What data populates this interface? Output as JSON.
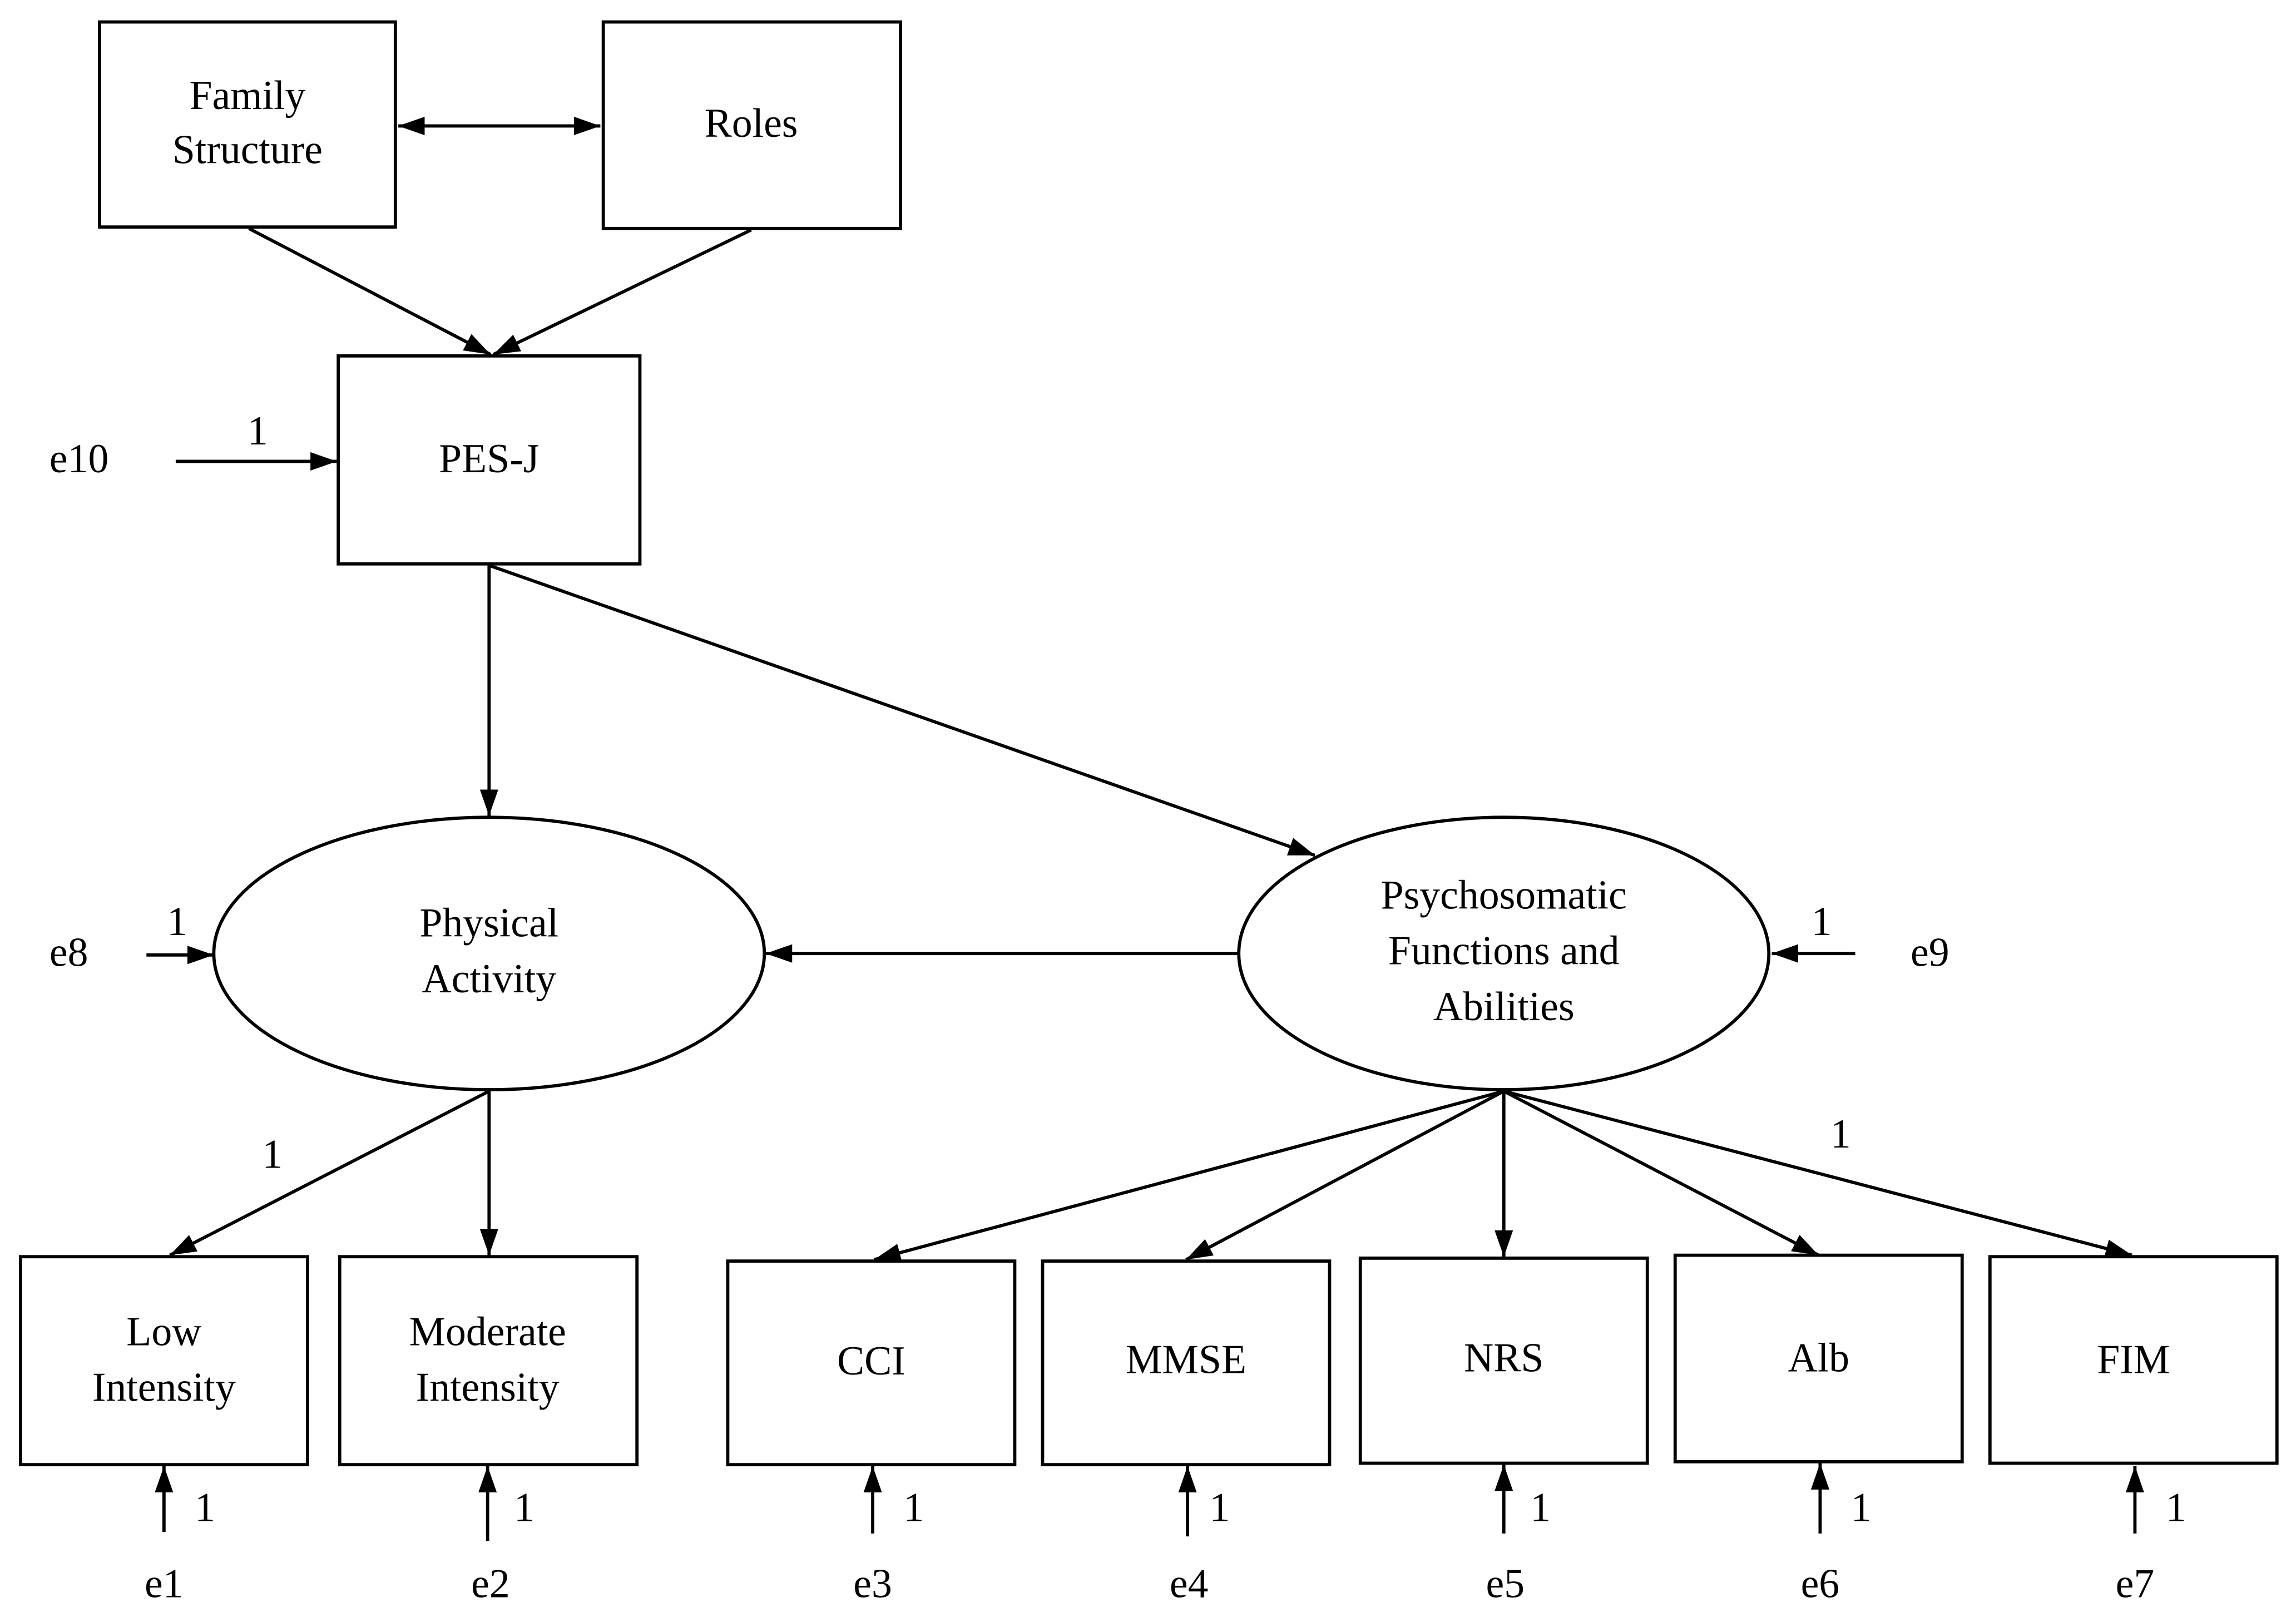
{
  "nodes": {
    "family_structure": {
      "lines": [
        "Family",
        "Structure"
      ],
      "shape": "rect"
    },
    "roles": {
      "lines": [
        "Roles"
      ],
      "shape": "rect"
    },
    "pes_j": {
      "lines": [
        "PES-J"
      ],
      "shape": "rect"
    },
    "physical_activity": {
      "lines": [
        "Physical",
        "Activity"
      ],
      "shape": "ellipse"
    },
    "psychosomatic": {
      "lines": [
        "Psychosomatic",
        "Functions and",
        "Abilities"
      ],
      "shape": "ellipse"
    },
    "low_intensity": {
      "lines": [
        "Low",
        "Intensity"
      ],
      "shape": "rect"
    },
    "moderate_intensity": {
      "lines": [
        "Moderate",
        "Intensity"
      ],
      "shape": "rect"
    },
    "cci": {
      "lines": [
        "CCI"
      ],
      "shape": "rect"
    },
    "mmse": {
      "lines": [
        "MMSE"
      ],
      "shape": "rect"
    },
    "nrs": {
      "lines": [
        "NRS"
      ],
      "shape": "rect"
    },
    "alb": {
      "lines": [
        "Alb"
      ],
      "shape": "rect"
    },
    "fim": {
      "lines": [
        "FIM"
      ],
      "shape": "rect"
    }
  },
  "errors": {
    "e1": "e1",
    "e2": "e2",
    "e3": "e3",
    "e4": "e4",
    "e5": "e5",
    "e6": "e6",
    "e7": "e7",
    "e8": "e8",
    "e9": "e9",
    "e10": "e10"
  },
  "edges": [
    {
      "from": "family_structure",
      "to": "roles",
      "type": "covariance"
    },
    {
      "from": "family_structure",
      "to": "pes_j",
      "type": "path"
    },
    {
      "from": "roles",
      "to": "pes_j",
      "type": "path"
    },
    {
      "from": "pes_j",
      "to": "physical_activity",
      "type": "path"
    },
    {
      "from": "pes_j",
      "to": "psychosomatic",
      "type": "path"
    },
    {
      "from": "psychosomatic",
      "to": "physical_activity",
      "type": "path"
    },
    {
      "from": "physical_activity",
      "to": "low_intensity",
      "type": "loading",
      "weight": "1"
    },
    {
      "from": "physical_activity",
      "to": "moderate_intensity",
      "type": "loading"
    },
    {
      "from": "psychosomatic",
      "to": "cci",
      "type": "loading"
    },
    {
      "from": "psychosomatic",
      "to": "mmse",
      "type": "loading"
    },
    {
      "from": "psychosomatic",
      "to": "nrs",
      "type": "loading"
    },
    {
      "from": "psychosomatic",
      "to": "alb",
      "type": "loading"
    },
    {
      "from": "psychosomatic",
      "to": "fim",
      "type": "loading",
      "weight": "1"
    },
    {
      "from": "e10",
      "to": "pes_j",
      "type": "error",
      "weight": "1"
    },
    {
      "from": "e8",
      "to": "physical_activity",
      "type": "error",
      "weight": "1"
    },
    {
      "from": "e9",
      "to": "psychosomatic",
      "type": "error",
      "weight": "1"
    },
    {
      "from": "e1",
      "to": "low_intensity",
      "type": "error",
      "weight": "1"
    },
    {
      "from": "e2",
      "to": "moderate_intensity",
      "type": "error",
      "weight": "1"
    },
    {
      "from": "e3",
      "to": "cci",
      "type": "error",
      "weight": "1"
    },
    {
      "from": "e4",
      "to": "mmse",
      "type": "error",
      "weight": "1"
    },
    {
      "from": "e5",
      "to": "nrs",
      "type": "error",
      "weight": "1"
    },
    {
      "from": "e6",
      "to": "alb",
      "type": "error",
      "weight": "1"
    },
    {
      "from": "e7",
      "to": "fim",
      "type": "error",
      "weight": "1"
    }
  ]
}
